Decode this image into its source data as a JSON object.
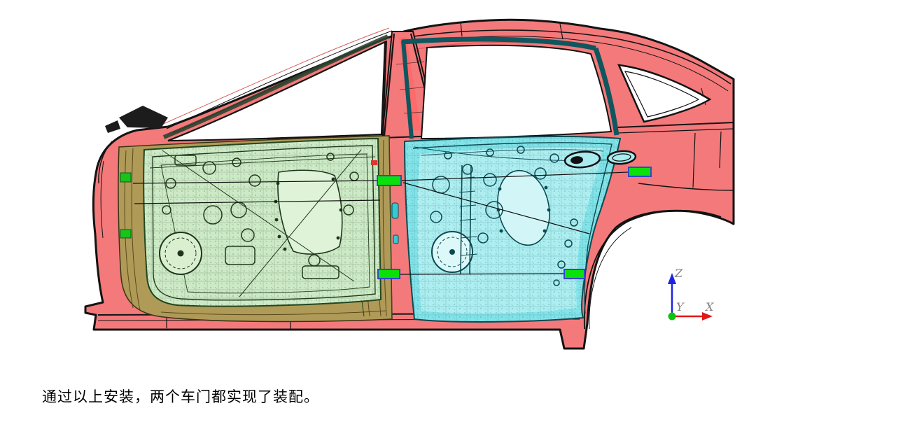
{
  "caption": {
    "text": "通过以上安装，两个车门都实现了装配。"
  },
  "triad": {
    "x_label": "X",
    "y_label": "Y",
    "z_label": "Z"
  },
  "colors": {
    "body_red": "#f4797b",
    "body_red_dark": "#d85c5c",
    "body_stripe": "#ff6a6a",
    "front_door_green": "#cdeac6",
    "front_door_green_light": "#dff3d8",
    "front_door_tan": "#b09a58",
    "rear_door_cyan": "#82e4e9",
    "rear_door_cyan_light": "#d2f6f7",
    "rear_door_teal": "#0f565e",
    "marker_green": "#0ae00a",
    "marker_border": "#3448c8",
    "axis_x": "#e01818",
    "axis_z": "#1c24e0",
    "axis_origin": "#0cc60c",
    "axis_label": "#7f7f7f",
    "outline": "#131313",
    "background": "#ffffff"
  }
}
